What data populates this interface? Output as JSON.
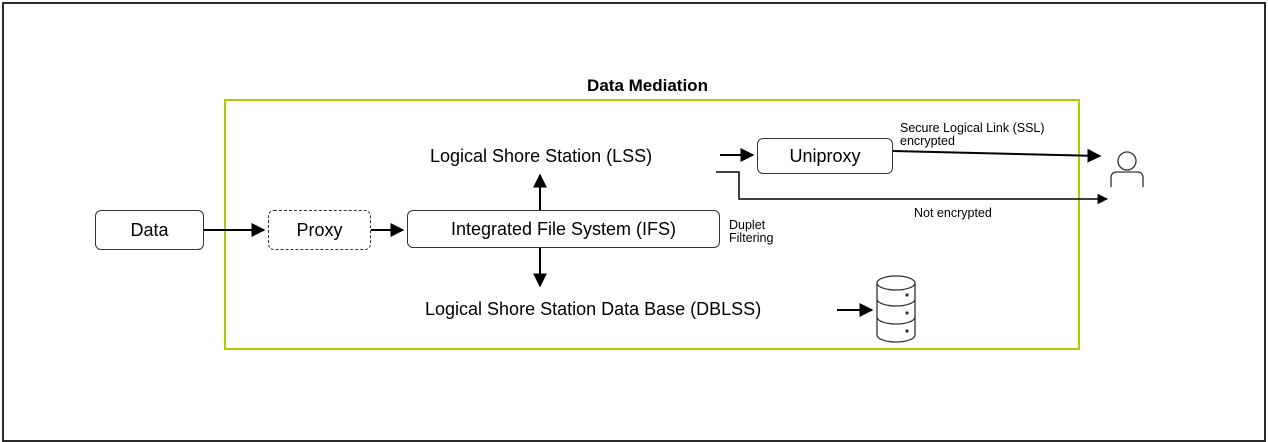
{
  "title": "Data Mediation",
  "nodes": {
    "data": "Data",
    "proxy": "Proxy",
    "ifs": "Integrated File System (IFS)",
    "lss": "Logical Shore Station (LSS)",
    "uniproxy": "Uniproxy",
    "dblss": "Logical Shore Station Data Base (DBLSS)"
  },
  "annotations": {
    "duplet_line1": "Duplet",
    "duplet_line2": "Filtering",
    "ssl_line1": "Secure Logical Link (SSL)",
    "ssl_line2": "encrypted",
    "not_encrypted": "Not encrypted"
  },
  "icons": [
    "user-icon",
    "database-icon"
  ],
  "colors": {
    "container_border": "#b5c900",
    "line": "#000000"
  }
}
